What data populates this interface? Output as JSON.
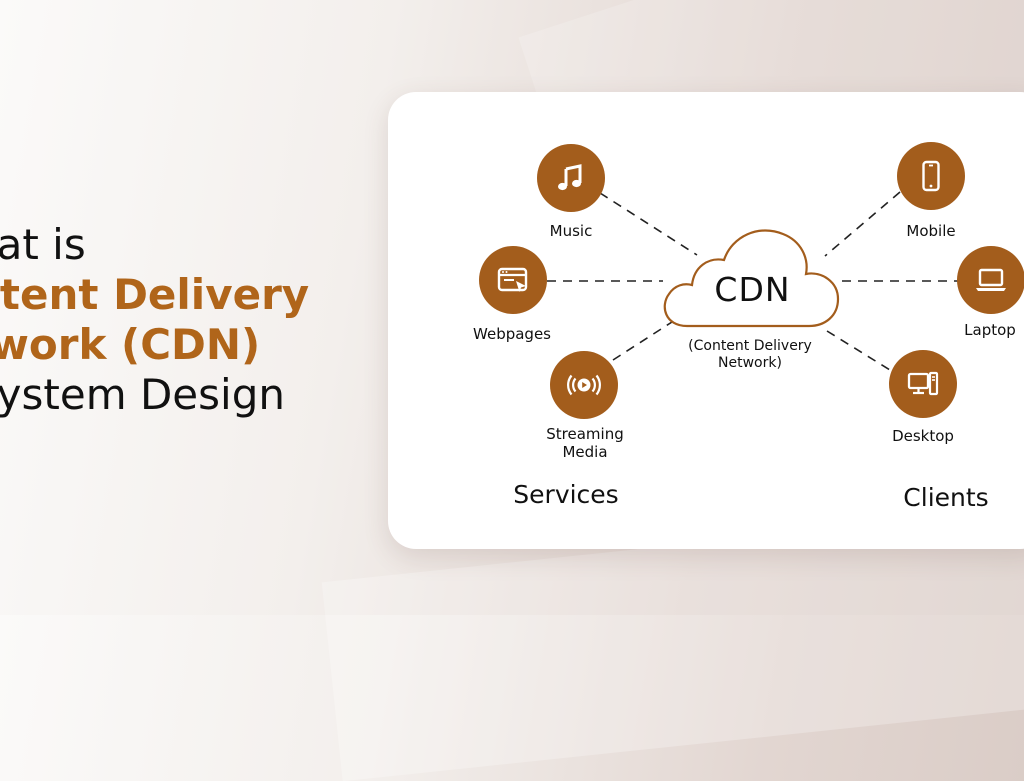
{
  "headline": {
    "line1": "hat is",
    "line2": "ntent Delivery",
    "line3": "twork (CDN)",
    "line4": "System Design"
  },
  "diagram": {
    "center": {
      "title": "CDN",
      "subtitle_line1": "(Content Delivery",
      "subtitle_line2": "Network)"
    },
    "services_label": "Services",
    "clients_label": "Clients",
    "services": [
      {
        "label": "Music",
        "icon": "music-note-icon"
      },
      {
        "label": "Webpages",
        "icon": "browser-window-icon"
      },
      {
        "label_line1": "Streaming",
        "label_line2": "Media",
        "icon": "play-broadcast-icon"
      }
    ],
    "clients": [
      {
        "label": "Mobile",
        "icon": "mobile-phone-icon"
      },
      {
        "label": "Laptop",
        "icon": "laptop-icon"
      },
      {
        "label": "Desktop",
        "icon": "desktop-computer-icon"
      }
    ]
  },
  "colors": {
    "accent": "#a35d1c",
    "headline_accent": "#b0651a",
    "text": "#111111",
    "card": "#ffffff"
  }
}
